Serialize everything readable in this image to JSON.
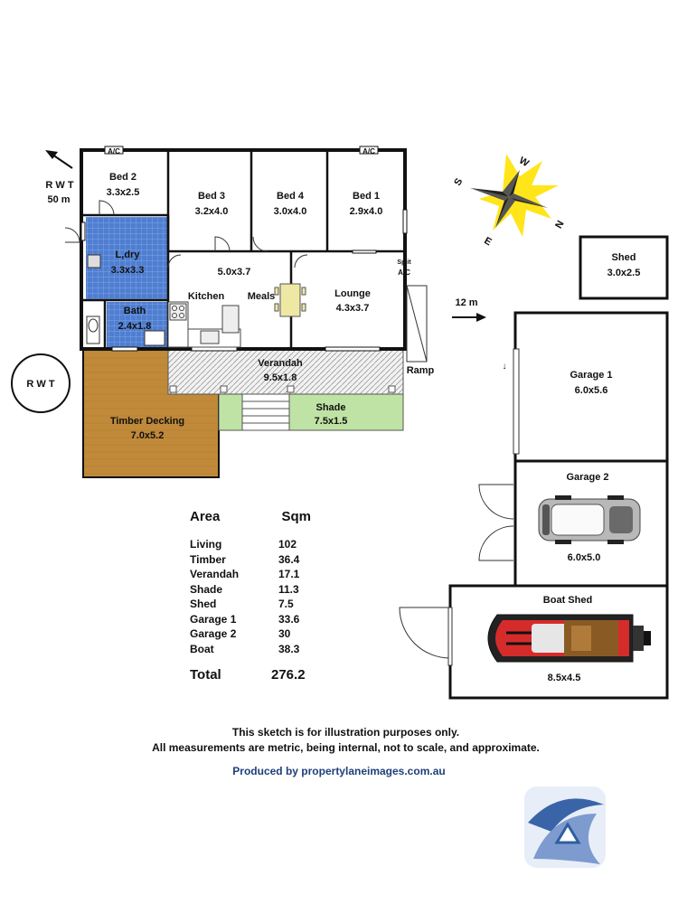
{
  "rooms": {
    "bed2": {
      "name": "Bed 2",
      "size": "3.3x2.5"
    },
    "bed3": {
      "name": "Bed 3",
      "size": "3.2x4.0"
    },
    "bed4": {
      "name": "Bed 4",
      "size": "3.0x4.0"
    },
    "bed1": {
      "name": "Bed 1",
      "size": "2.9x4.0"
    },
    "laundry": {
      "name": "L,dry",
      "size": "3.3x3.3"
    },
    "living": {
      "size": "5.0x3.7",
      "kitchen": "Kitchen",
      "meals": "Meals"
    },
    "lounge": {
      "name": "Lounge",
      "size": "4.3x3.7"
    },
    "bath": {
      "name": "Bath",
      "size": "2.4x1.8"
    },
    "verandah": {
      "name": "Verandah",
      "size": "9.5x1.8"
    },
    "shade": {
      "name": "Shade",
      "size": "7.5x1.5"
    },
    "timber": {
      "name": "Timber Decking",
      "size": "7.0x5.2"
    },
    "shed": {
      "name": "Shed",
      "size": "3.0x2.5"
    },
    "garage1": {
      "name": "Garage 1",
      "size": "6.0x5.6"
    },
    "garage2": {
      "name": "Garage 2",
      "size": "6.0x5.0"
    },
    "boatshed": {
      "name": "Boat Shed",
      "size": "8.5x4.5"
    }
  },
  "annotations": {
    "ac": "A/C",
    "split_ac_1": "Split",
    "split_ac_2": "A/C",
    "ramp": "Ramp",
    "rwt_pointer": "R W T",
    "rwt_distance": "50 m",
    "rwt_tank": "R W T",
    "distance_12m": "12 m"
  },
  "compass": {
    "s": "S",
    "w": "W",
    "n": "N",
    "e": "E"
  },
  "area_table": {
    "header": {
      "label": "Area",
      "unit": "Sqm"
    },
    "rows": [
      {
        "name": "Living",
        "value": "102"
      },
      {
        "name": "Timber",
        "value": "36.4"
      },
      {
        "name": "Verandah",
        "value": "17.1"
      },
      {
        "name": "Shade",
        "value": "11.3"
      },
      {
        "name": "Shed",
        "value": "7.5"
      },
      {
        "name": "Garage 1",
        "value": "33.6"
      },
      {
        "name": "Garage 2",
        "value": "30"
      },
      {
        "name": "Boat",
        "value": "38.3"
      }
    ],
    "total": {
      "label": "Total",
      "value": "276.2"
    }
  },
  "footer": {
    "disclaimer1": "This sketch is for illustration purposes only.",
    "disclaimer2": "All measurements are metric, being internal, not to scale, and approximate.",
    "credit": "Produced by propertylaneimages.com.au"
  },
  "colors": {
    "timber": "#c08a3a",
    "laundry_tile": "#4f7ed1",
    "shade": "#bfe3a4",
    "verandah_hatch": "#9a9a9a",
    "wall": "#111111",
    "credit": "#1f3f7a",
    "logo": "#2f5fa0",
    "compass_sun": "#ffe51a"
  }
}
